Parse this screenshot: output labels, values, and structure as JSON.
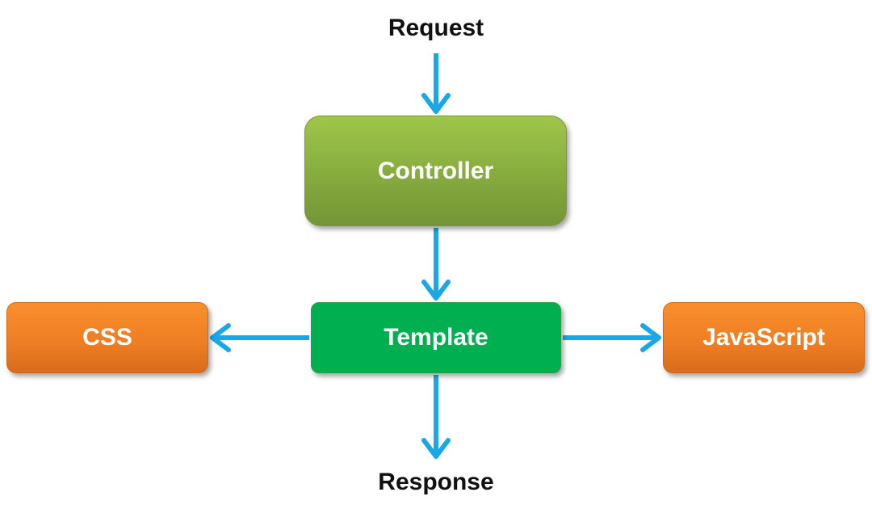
{
  "diagram": {
    "request_label": "Request",
    "response_label": "Response",
    "nodes": {
      "controller": "Controller",
      "template": "Template",
      "css": "CSS",
      "javascript": "JavaScript"
    },
    "colors": {
      "arrow": "#1aa7e8",
      "controller": "#8cb043",
      "template": "#00b050",
      "asset": "#f08124",
      "text_on_node": "#ffffff",
      "text_label": "#111111"
    },
    "edges": [
      {
        "from": "request",
        "to": "controller"
      },
      {
        "from": "controller",
        "to": "template"
      },
      {
        "from": "template",
        "to": "css"
      },
      {
        "from": "template",
        "to": "javascript"
      },
      {
        "from": "template",
        "to": "response"
      }
    ]
  }
}
